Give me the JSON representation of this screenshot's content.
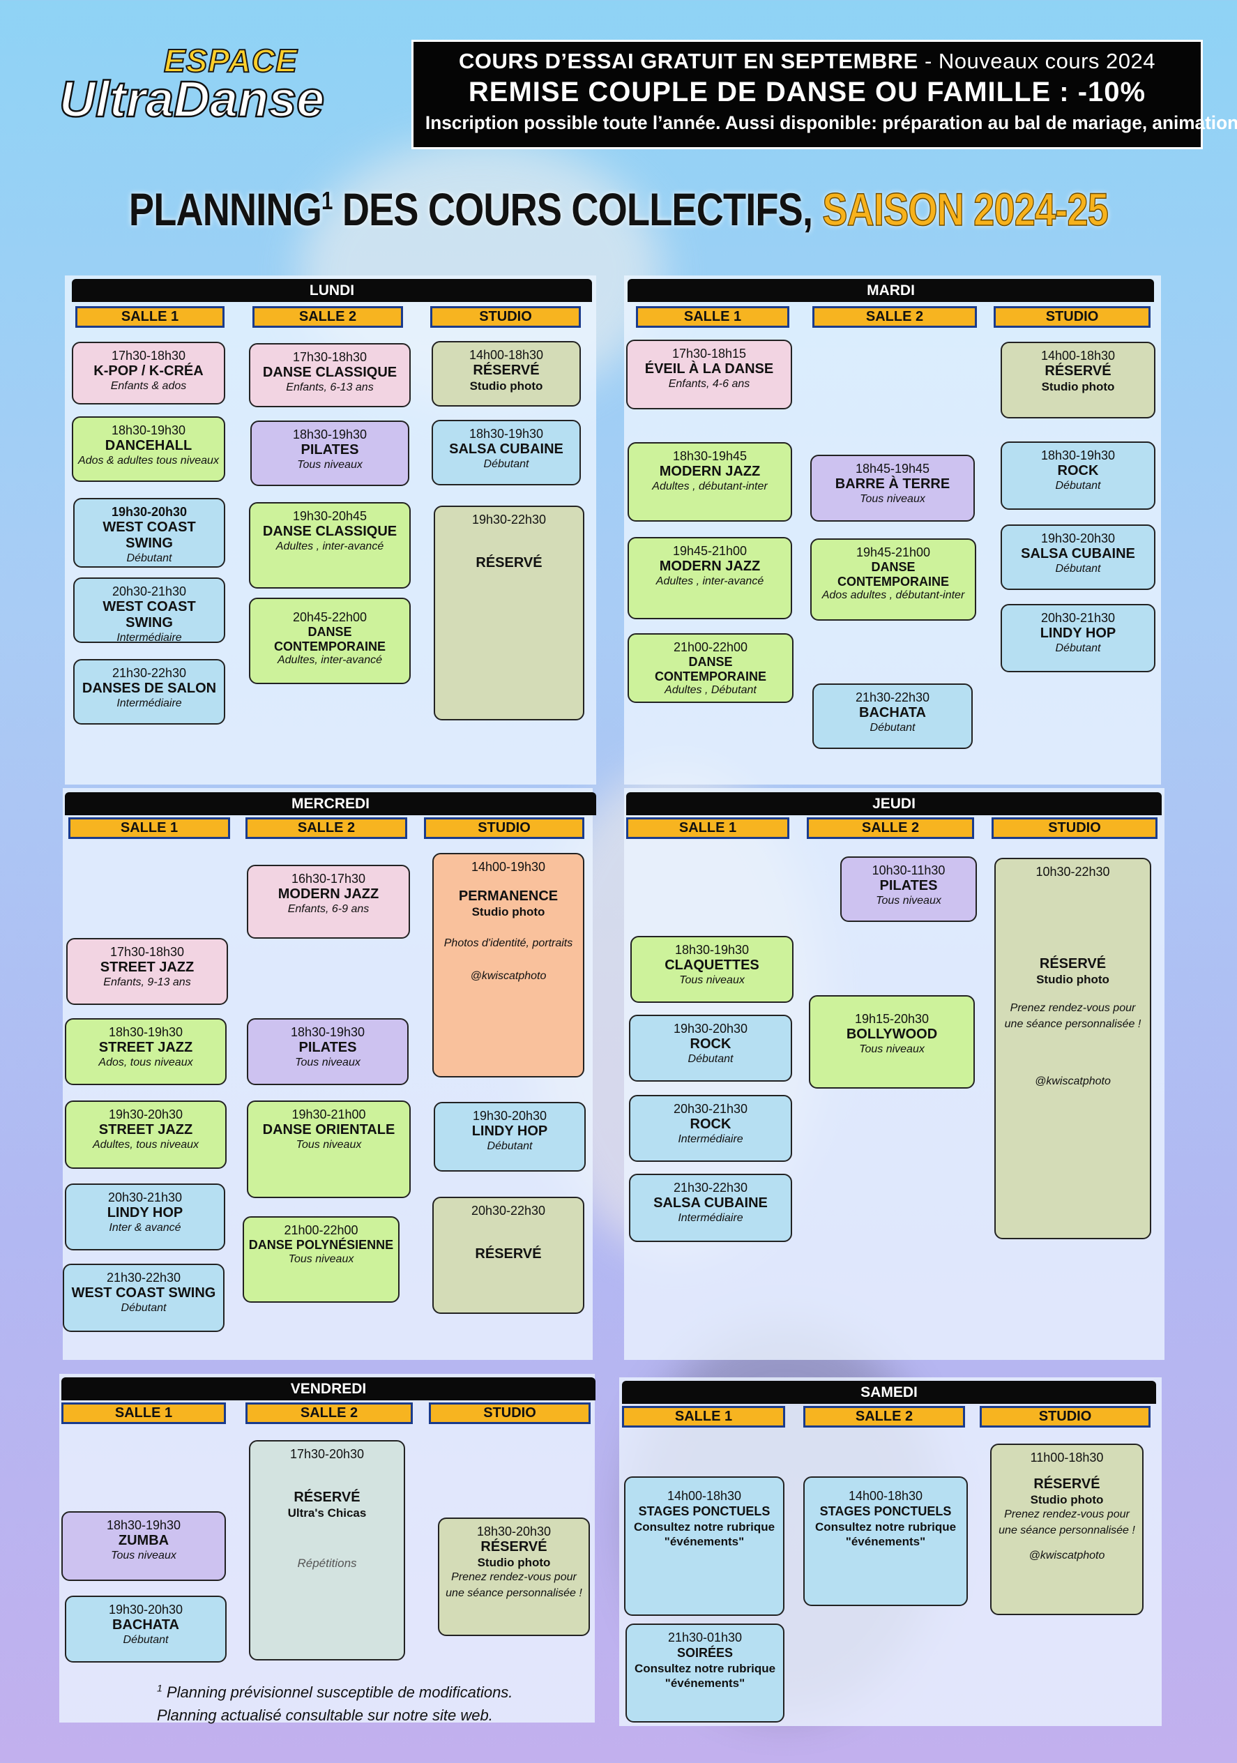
{
  "logo": {
    "line1": "ESPACE",
    "line2a": "Ultra",
    "line2b": "Danse"
  },
  "banner": {
    "line1_bold": "COURS D’ESSAI GRATUIT EN SEPTEMBRE",
    "line1_normal": " - Nouveaux cours 2024",
    "line2": "REMISE COUPLE DE DANSE OU FAMILLE : -10%",
    "line3": "Inscription possible toute l’année. Aussi disponible: préparation au bal de mariage, animations, etc."
  },
  "title": {
    "main": "PLANNING",
    "sup": "1",
    "rest": " DES COURS COLLECTIFS, ",
    "season": "SAISON 2024-25"
  },
  "rooms": {
    "s1": "SALLE 1",
    "s2": "SALLE 2",
    "st": "STUDIO"
  },
  "days": {
    "lundi": "LUNDI",
    "mardi": "MARDI",
    "mercredi": "MERCREDI",
    "jeudi": "JEUDI",
    "vendredi": "VENDREDI",
    "samedi": "SAMEDI"
  },
  "events": {
    "lu1": {
      "time": "17h30-18h30",
      "name": "K-POP / K-CRÉA",
      "sub": "Enfants & ados"
    },
    "lu2": {
      "time": "18h30-19h30",
      "name": "DANCEHALL",
      "sub": "Ados & adultes tous niveaux"
    },
    "lu3": {
      "time": "19h30-20h30",
      "name": "WEST COAST SWING",
      "sub": "Débutant"
    },
    "lu4": {
      "time": "20h30-21h30",
      "name": "WEST COAST SWING",
      "sub": "Intermédiaire"
    },
    "lu5": {
      "time": "21h30-22h30",
      "name": "DANSES DE SALON",
      "sub": "Intermédiaire"
    },
    "lu6": {
      "time": "17h30-18h30",
      "name": "DANSE CLASSIQUE",
      "sub": "Enfants, 6-13 ans"
    },
    "lu7": {
      "time": "18h30-19h30",
      "name": "PILATES",
      "sub": "Tous niveaux"
    },
    "lu8": {
      "time": "19h30-20h45",
      "name": "DANSE CLASSIQUE",
      "sub": "Adultes , inter-avancé"
    },
    "lu9": {
      "time": "20h45-22h00",
      "name": "DANSE CONTEMPORAINE",
      "sub": "Adultes, inter-avancé"
    },
    "lu10": {
      "time": "14h00-18h30",
      "name": "RÉSERVÉ",
      "extra": "Studio photo"
    },
    "lu11": {
      "time": "18h30-19h30",
      "name": "SALSA CUBAINE",
      "sub": "Débutant"
    },
    "lu12": {
      "time": "19h30-22h30",
      "name": "RÉSERVÉ"
    },
    "ma1": {
      "time": "17h30-18h15",
      "name": "ÉVEIL À LA DANSE",
      "sub": "Enfants, 4-6 ans"
    },
    "ma2": {
      "time": "18h30-19h45",
      "name": "MODERN JAZZ",
      "sub": "Adultes , débutant-inter"
    },
    "ma3": {
      "time": "19h45-21h00",
      "name": "MODERN JAZZ",
      "sub": "Adultes , inter-avancé"
    },
    "ma4": {
      "time": "21h00-22h00",
      "name": "DANSE CONTEMPORAINE",
      "sub": "Adultes , Débutant"
    },
    "ma5": {
      "time": "18h45-19h45",
      "name": "BARRE À TERRE",
      "sub": "Tous niveaux"
    },
    "ma6": {
      "time": "19h45-21h00",
      "name": "DANSE CONTEMPORAINE",
      "sub": "Ados adultes , débutant-inter"
    },
    "ma7": {
      "time": "21h30-22h30",
      "name": "BACHATA",
      "sub": "Débutant"
    },
    "ma8": {
      "time": "14h00-18h30",
      "name": "RÉSERVÉ",
      "extra": "Studio photo"
    },
    "ma9": {
      "time": "18h30-19h30",
      "name": "ROCK",
      "sub": "Débutant"
    },
    "ma10": {
      "time": "19h30-20h30",
      "name": "SALSA CUBAINE",
      "sub": "Débutant"
    },
    "ma11": {
      "time": "20h30-21h30",
      "name": "LINDY HOP",
      "sub": "Débutant"
    },
    "me1": {
      "time": "17h30-18h30",
      "name": "STREET JAZZ",
      "sub": "Enfants, 9-13 ans"
    },
    "me2": {
      "time": "18h30-19h30",
      "name": "STREET JAZZ",
      "sub": "Ados, tous niveaux"
    },
    "me3": {
      "time": "19h30-20h30",
      "name": "STREET JAZZ",
      "sub": "Adultes, tous niveaux"
    },
    "me4": {
      "time": "20h30-21h30",
      "name": "LINDY HOP",
      "sub": "Inter & avancé"
    },
    "me5": {
      "time": "21h30-22h30",
      "name": "WEST COAST SWING",
      "sub": "Débutant"
    },
    "me6": {
      "time": "16h30-17h30",
      "name": "MODERN JAZZ",
      "sub": "Enfants, 6-9 ans"
    },
    "me7": {
      "time": "18h30-19h30",
      "name": "PILATES",
      "sub": "Tous niveaux"
    },
    "me8": {
      "time": "19h30-21h00",
      "name": "DANSE ORIENTALE",
      "sub": "Tous niveaux"
    },
    "me9": {
      "time": "21h00-22h00",
      "name": "DANSE POLYNÉSIENNE",
      "sub": "Tous niveaux"
    },
    "me10": {
      "time": "14h00-19h30",
      "name": "PERMANENCE",
      "extra": "Studio photo",
      "note": "Photos d'identité, portraits",
      "handle": "@kwiscatphoto"
    },
    "me11": {
      "time": "19h30-20h30",
      "name": "LINDY HOP",
      "sub": "Débutant"
    },
    "me12": {
      "time": "20h30-22h30",
      "name": "RÉSERVÉ"
    },
    "je1": {
      "time": "18h30-19h30",
      "name": "CLAQUETTES",
      "sub": "Tous niveaux"
    },
    "je2": {
      "time": "19h30-20h30",
      "name": "ROCK",
      "sub": "Débutant"
    },
    "je3": {
      "time": "20h30-21h30",
      "name": "ROCK",
      "sub": "Intermédiaire"
    },
    "je4": {
      "time": "21h30-22h30",
      "name": "SALSA CUBAINE",
      "sub": "Intermédiaire"
    },
    "je5": {
      "time": "10h30-11h30",
      "name": "PILATES",
      "sub": "Tous niveaux"
    },
    "je6": {
      "time": "19h15-20h30",
      "name": "BOLLYWOOD",
      "sub": "Tous niveaux"
    },
    "je7": {
      "time": "10h30-22h30",
      "name": "RÉSERVÉ",
      "extra": "Studio photo",
      "note": "Prenez rendez-vous pour une séance personnalisée !",
      "handle": "@kwiscatphoto"
    },
    "ve1": {
      "time": "18h30-19h30",
      "name": "ZUMBA",
      "sub": "Tous niveaux"
    },
    "ve2": {
      "time": "19h30-20h30",
      "name": "BACHATA",
      "sub": "Débutant"
    },
    "ve3": {
      "time": "17h30-20h30",
      "name": "RÉSERVÉ",
      "extra": "Ultra's Chicas",
      "note": "Répétitions"
    },
    "ve4": {
      "time": "18h30-20h30",
      "name": "RÉSERVÉ",
      "extra": "Studio photo",
      "note": "Prenez rendez-vous pour une séance personnalisée !"
    },
    "sa1": {
      "time": "14h00-18h30",
      "name": "STAGES PONCTUELS",
      "extra": "Consultez notre rubrique \"événements\""
    },
    "sa2": {
      "time": "21h30-01h30",
      "name": "SOIRÉES",
      "extra": "Consultez notre rubrique \"événements\""
    },
    "sa3": {
      "time": "14h00-18h30",
      "name": "STAGES PONCTUELS",
      "extra": "Consultez notre rubrique \"événements\""
    },
    "sa4": {
      "time": "11h00-18h30",
      "name": "RÉSERVÉ",
      "extra": "Studio photo",
      "note": "Prenez rendez-vous pour une séance personnalisée !",
      "handle": "@kwiscatphoto"
    }
  },
  "footnote": {
    "sup": "1",
    "line1": " Planning prévisionnel susceptible de modifications.",
    "line2": "Planning actualisé consultable sur notre site web."
  }
}
